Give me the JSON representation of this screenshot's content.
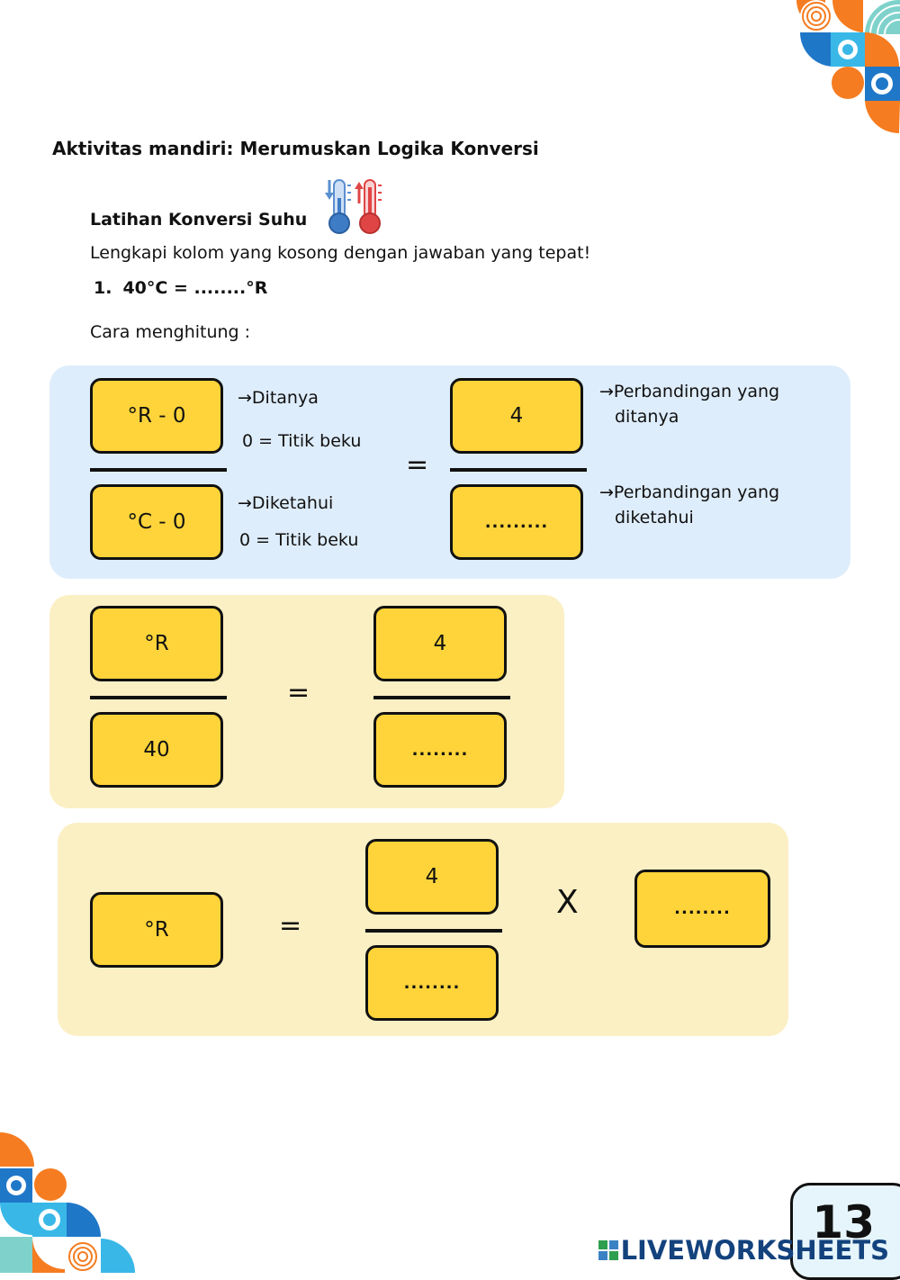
{
  "heading": "Aktivitas mandiri: Merumuskan Logika Konversi",
  "subheading": "Latihan Konversi Suhu",
  "instruction": "Lengkapi kolom yang kosong dengan jawaban yang tepat!",
  "question": {
    "number": "1.",
    "text": "40°C = ........°R"
  },
  "method_label": "Cara menghitung :",
  "panel1": {
    "top_box": "°R - 0",
    "bottom_box": "°C - 0",
    "note_top_1": "→Ditanya",
    "note_top_2": "0 =  Titik beku",
    "note_bottom_1": "→Diketahui",
    "note_bottom_2": "0 =  Titik beku",
    "equals": "=",
    "right_top_box": "4",
    "right_bottom_box": ".........",
    "ratio_asked_line1": "→Perbandingan yang",
    "ratio_asked_line2": "ditanya",
    "ratio_known_line1": "→Perbandingan yang",
    "ratio_known_line2": "diketahui"
  },
  "panel2": {
    "top_box": "°R",
    "bottom_box": "40",
    "equals": "=",
    "right_top_box": "4",
    "right_bottom_box": "........"
  },
  "panel3": {
    "left_box": "°R",
    "equals": "=",
    "top_box": "4",
    "bottom_box": "........",
    "times": "X",
    "right_box": "........"
  },
  "page_number": "13",
  "brand": "LIVEWORKSHEETS",
  "icons": {
    "thermometers": "thermometer-cold-hot-icon",
    "brand_logo": "liveworksheets-logo-icon"
  },
  "colors": {
    "box_fill": "#fed43a",
    "panel_blue": "#deedfb",
    "panel_yellow": "#fbefc4",
    "brand": "#13427d"
  }
}
